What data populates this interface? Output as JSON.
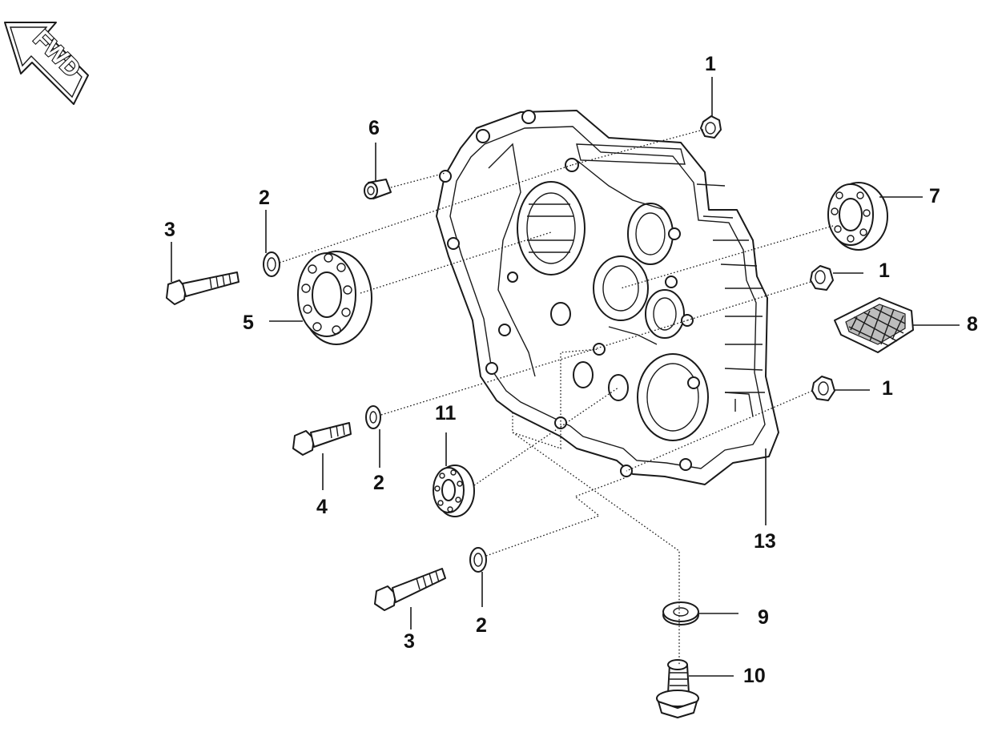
{
  "direction_badge": {
    "text": "FWD",
    "icon": "forward-direction-arrow"
  },
  "callouts": [
    {
      "id": "c-1-top",
      "number": "1",
      "part": "nut"
    },
    {
      "id": "c-6",
      "number": "6",
      "part": "dowel-pin"
    },
    {
      "id": "c-2-upper",
      "number": "2",
      "part": "washer"
    },
    {
      "id": "c-3-upper",
      "number": "3",
      "part": "bolt"
    },
    {
      "id": "c-7",
      "number": "7",
      "part": "bearing"
    },
    {
      "id": "c-1-mid",
      "number": "1",
      "part": "nut"
    },
    {
      "id": "c-5",
      "number": "5",
      "part": "bearing"
    },
    {
      "id": "c-8",
      "number": "8",
      "part": "gasket-screen"
    },
    {
      "id": "c-1-lower",
      "number": "1",
      "part": "nut"
    },
    {
      "id": "c-11",
      "number": "11",
      "part": "bearing"
    },
    {
      "id": "c-4",
      "number": "4",
      "part": "bolt"
    },
    {
      "id": "c-2-mid",
      "number": "2",
      "part": "washer"
    },
    {
      "id": "c-13",
      "number": "13",
      "part": "crankcase-cover"
    },
    {
      "id": "c-2-lower",
      "number": "2",
      "part": "washer"
    },
    {
      "id": "c-3-lower",
      "number": "3",
      "part": "bolt"
    },
    {
      "id": "c-9",
      "number": "9",
      "part": "washer"
    },
    {
      "id": "c-10",
      "number": "10",
      "part": "drain-bolt"
    }
  ]
}
